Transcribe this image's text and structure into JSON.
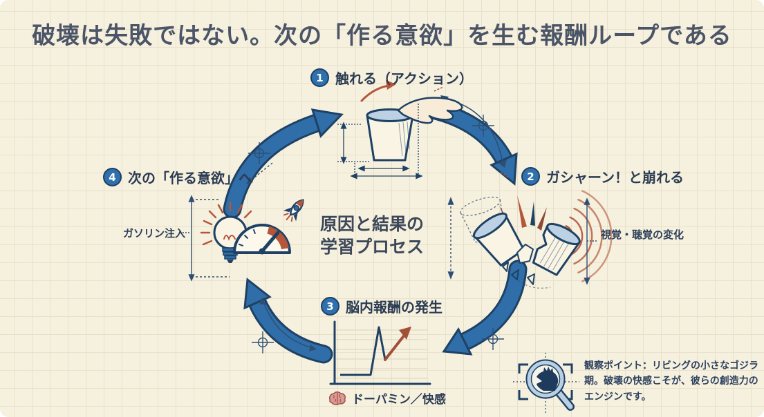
{
  "title": "破壊は失敗ではない。次の「作る意欲」を生む報酬ループである",
  "center": {
    "line1": "原因と結果の",
    "line2": "学習プロセス"
  },
  "steps": [
    {
      "num": "1",
      "label": "触れる（アクション）"
    },
    {
      "num": "2",
      "label": "ガシャーン！と崩れる"
    },
    {
      "num": "3",
      "label": "脳内報酬の発生"
    },
    {
      "num": "4",
      "label": "次の「作る意欲」へ"
    }
  ],
  "annotations": {
    "left_note": "ガソリン注入",
    "right_note": "視覚・聴覚の変化",
    "dopamine_note": "ドーパミン／快感"
  },
  "observation": {
    "text": "観察ポイント：リビングの小さなゴジラ期。破壊の快感こそが、彼らの創造力のエンジンです。"
  },
  "icons": {
    "step1": "hand-touching-cup-icon",
    "step2": "crashing-cups-icon",
    "step3": "reward-spike-chart-icon",
    "step4": "lightbulb-gauge-rocket-icon",
    "dopamine": "brain-icon",
    "observation": "magnifier-godzilla-icon"
  },
  "colors": {
    "background": "#f6f1de",
    "grid_line": "#e8e1ca",
    "ink_navy": "#1e4164",
    "arrow_blue": "#2f6ea9",
    "accent_red": "#b5553a",
    "badge_blue": "#2e71ad",
    "title_slate": "#4c5567",
    "light_blue_fill": "#bcd2e4",
    "brain_pink": "#dc9a94"
  }
}
